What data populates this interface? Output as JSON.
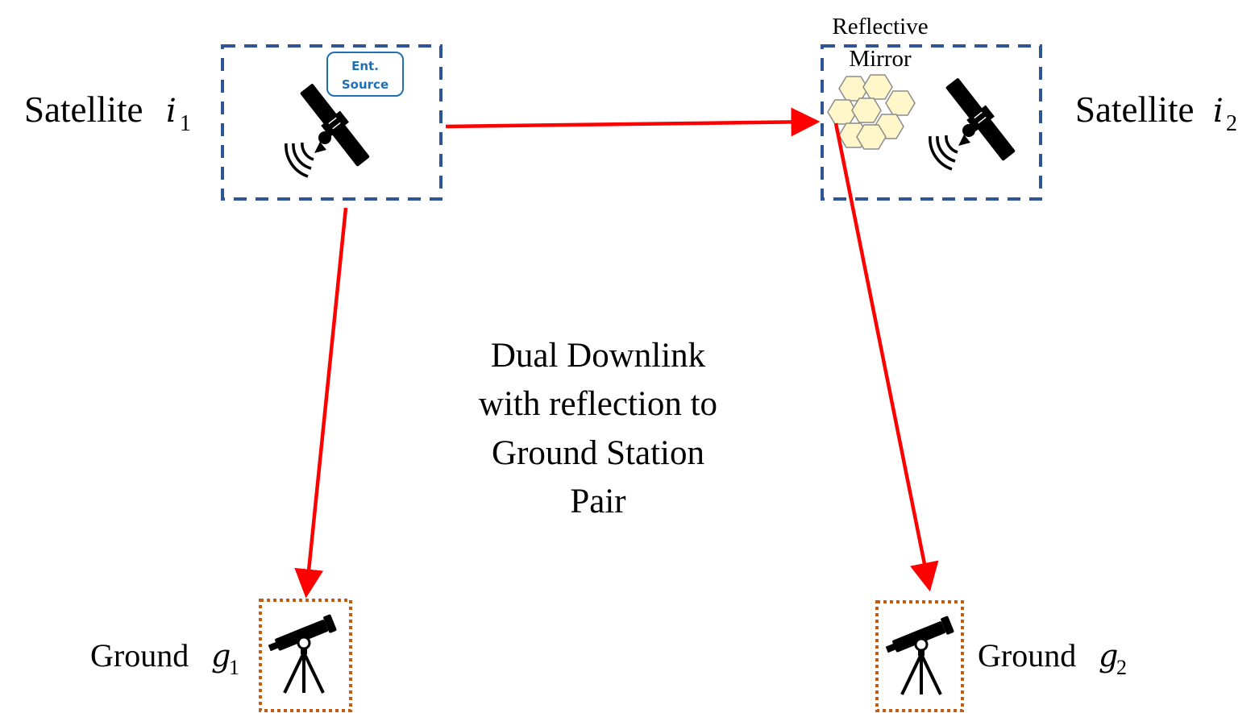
{
  "satellite1": {
    "label": "Satellite",
    "var": "i",
    "sub": "1",
    "badge_line1": "Ent.",
    "badge_line2": "Source"
  },
  "satellite2": {
    "label": "Satellite",
    "var": "i",
    "sub": "2",
    "mirror_line1": "Reflective",
    "mirror_line2": "Mirror"
  },
  "ground1": {
    "label": "Ground",
    "var": "g",
    "sub": "1"
  },
  "ground2": {
    "label": "Ground",
    "var": "g",
    "sub": "2"
  },
  "caption": {
    "line1": "Dual Downlink",
    "line2": "with reflection to",
    "line3": "Ground Station",
    "line4": "Pair"
  },
  "colors": {
    "link": "#ff0000",
    "satellite_box": "#2f5597",
    "ground_box": "#c55a11",
    "badge": "#1f6fb5",
    "mirror_fill": "#fff7c9"
  },
  "icons": [
    "satellite-icon",
    "telescope-icon",
    "mirror-icon"
  ]
}
